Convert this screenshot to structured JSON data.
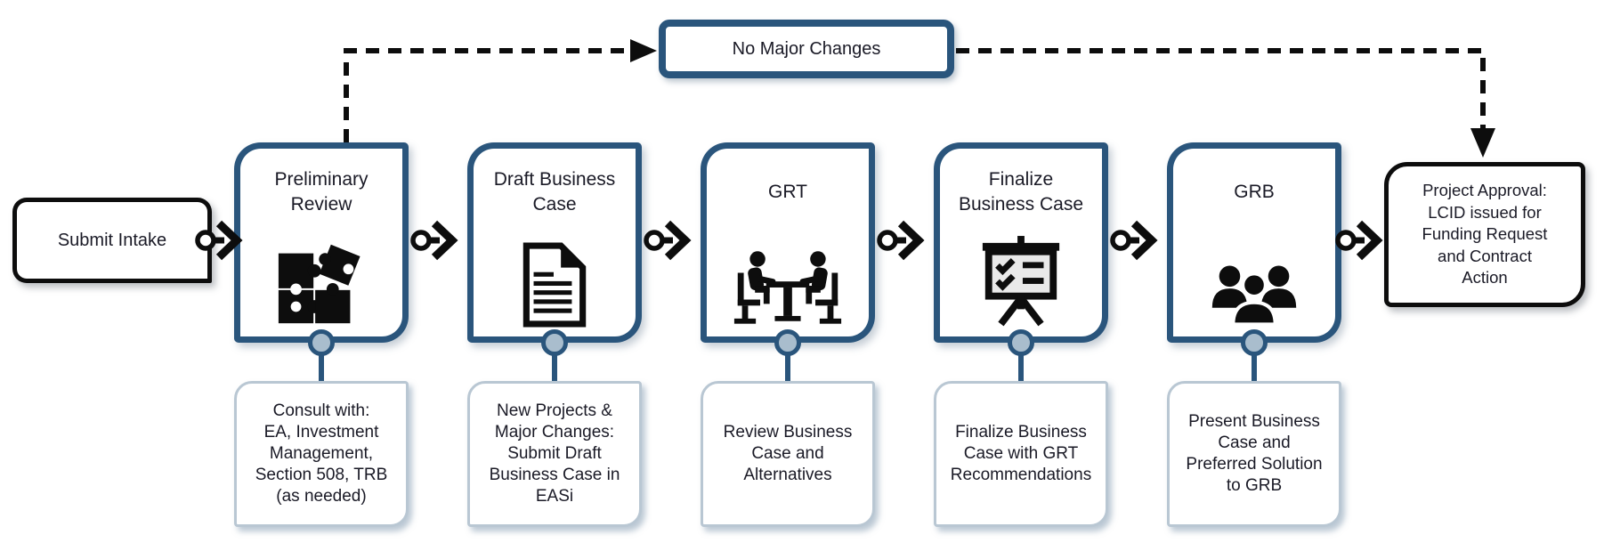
{
  "diagram": {
    "title_semantic": "IT Governance intake process flow",
    "top": {
      "no_major_changes_label": "No Major Changes"
    },
    "start": {
      "label": "Submit Intake"
    },
    "end": {
      "label": "Project Approval:\nLCID issued for\nFunding Request\nand Contract\nAction"
    },
    "stages": [
      {
        "title": "Preliminary\nReview",
        "icon": "puzzle-icon",
        "note": "Consult with:\nEA, Investment\nManagement,\nSection 508, TRB\n(as needed)"
      },
      {
        "title": "Draft Business\nCase",
        "icon": "document-icon",
        "note": "New Projects &\nMajor Changes:\nSubmit Draft\nBusiness Case in\nEASi"
      },
      {
        "title": "GRT",
        "icon": "meeting-icon",
        "note": "Review Business\nCase and\nAlternatives"
      },
      {
        "title": "Finalize\nBusiness Case",
        "icon": "presentation-icon",
        "note": "Finalize Business\nCase with GRT\nRecommendations"
      },
      {
        "title": "GRB",
        "icon": "people-icon",
        "note": "Present Business\nCase and\nPreferred Solution\nto GRB"
      }
    ],
    "colors": {
      "blue": "#2A557C",
      "dot": "#A9BDCD",
      "noteborder": "#B9C7D3",
      "ink": "#0d0d0d",
      "text": "#1A1A26"
    }
  }
}
